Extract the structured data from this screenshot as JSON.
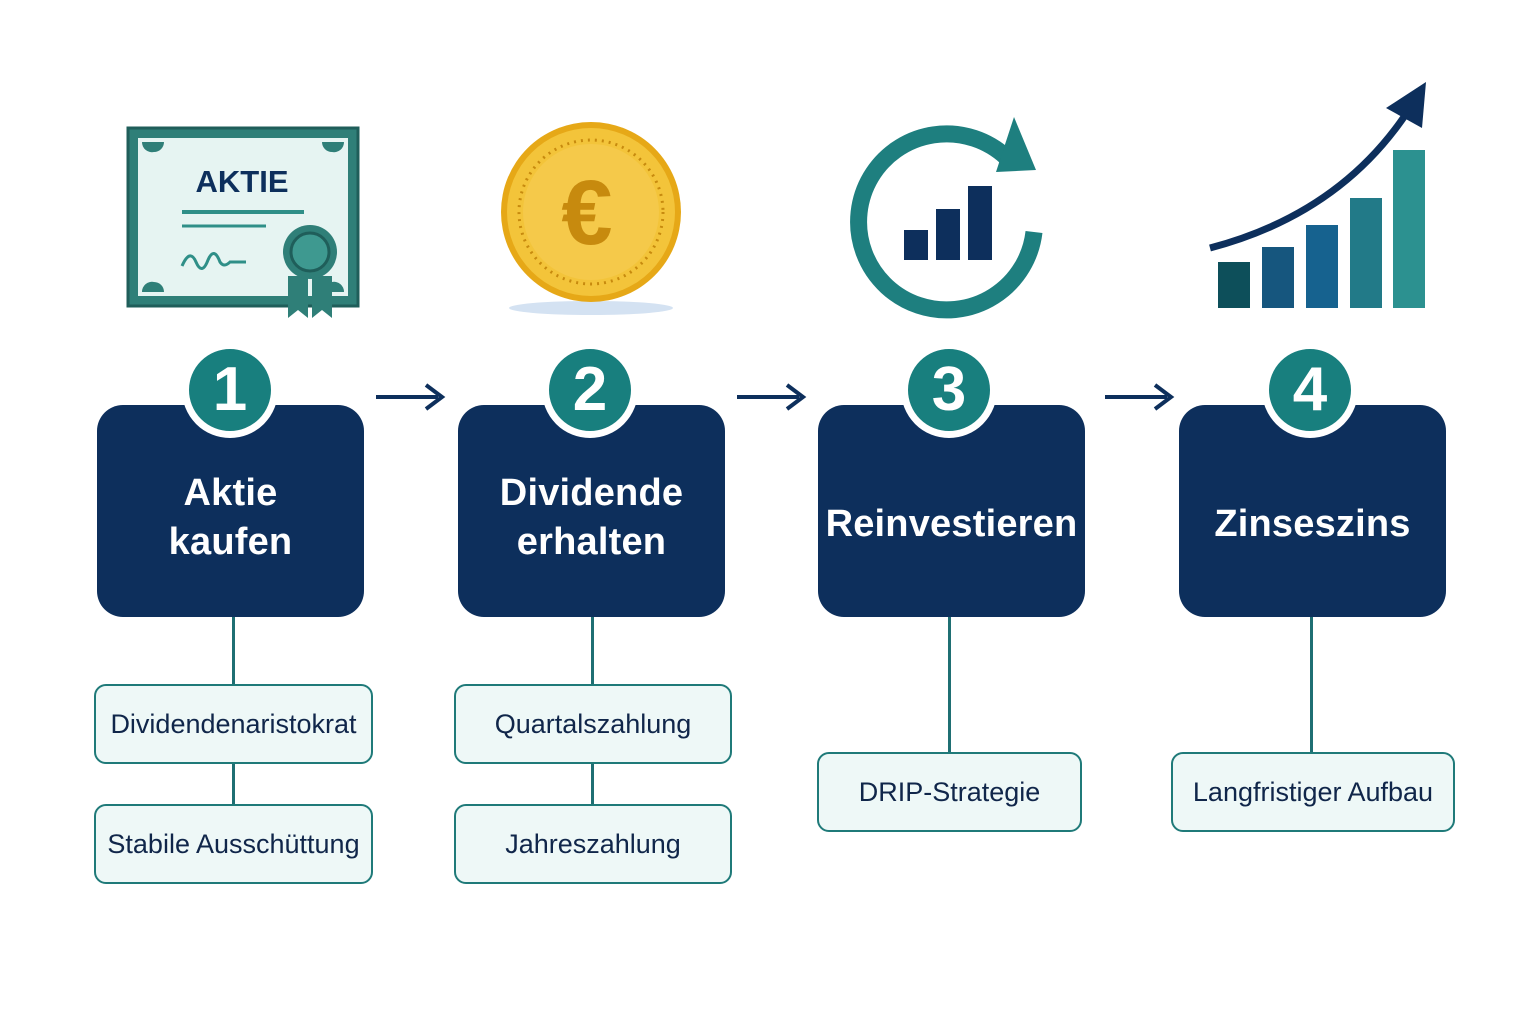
{
  "certificate": {
    "label": "AKTIE"
  },
  "coin": {
    "symbol": "€"
  },
  "steps": [
    {
      "number": "1",
      "title": "Aktie\nkaufen",
      "details": [
        "Dividendenaristokrat",
        "Stabile Ausschüttung"
      ]
    },
    {
      "number": "2",
      "title": "Dividende\nerhalten",
      "details": [
        "Quartalszahlung",
        "Jahreszahlung"
      ]
    },
    {
      "number": "3",
      "title": "Reinvestieren",
      "details": [
        "DRIP-Strategie"
      ]
    },
    {
      "number": "4",
      "title": "Zinseszins",
      "details": [
        "Langfristiger Aufbau"
      ]
    }
  ],
  "colors": {
    "navy": "#0d2f5c",
    "teal": "#187f7e",
    "gold": "#f2c230",
    "light_teal_fill": "#eef8f7"
  },
  "icons": [
    "certificate-icon",
    "euro-coin-icon",
    "reinvest-cycle-icon",
    "growth-chart-icon"
  ]
}
